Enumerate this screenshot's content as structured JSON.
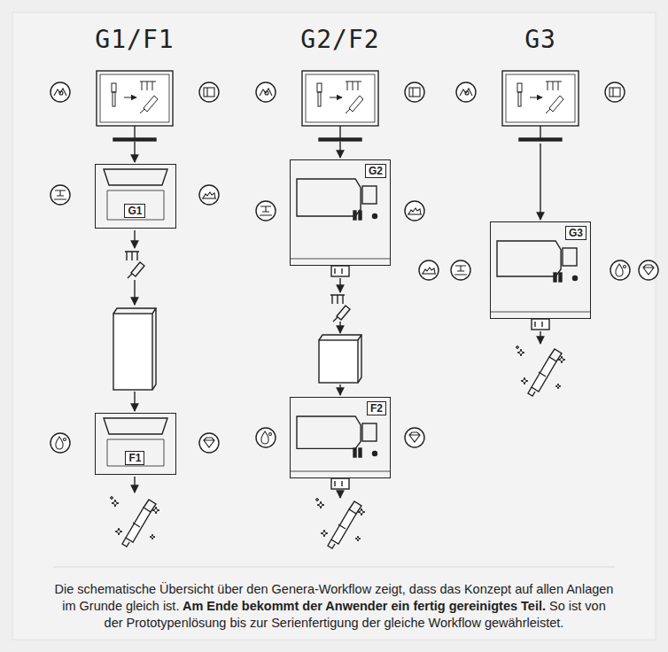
{
  "diagram": {
    "caption": "Die schematische Übersicht über den Genera-Workflow zeigt, dass das Konzept auf allen Anlagen im Grunde gleich ist. Am Ende bekommt der Anwender ein fertig gereinigtes Teil. So ist von der Prototypenlösung bis zur Serienfertigung der gleiche Workflow gewährleistet.",
    "nodes": [
      {
        "text": [
          "G1"
        ]
      },
      {
        "text": [
          "F1"
        ]
      },
      {
        "text": [
          "G2"
        ]
      },
      {
        "text": [
          "F2"
        ]
      },
      {
        "text": [
          "G3"
        ]
      }
    ],
    "labels": [
      "G1/F1",
      "G2/F2",
      "G3"
    ]
  }
}
